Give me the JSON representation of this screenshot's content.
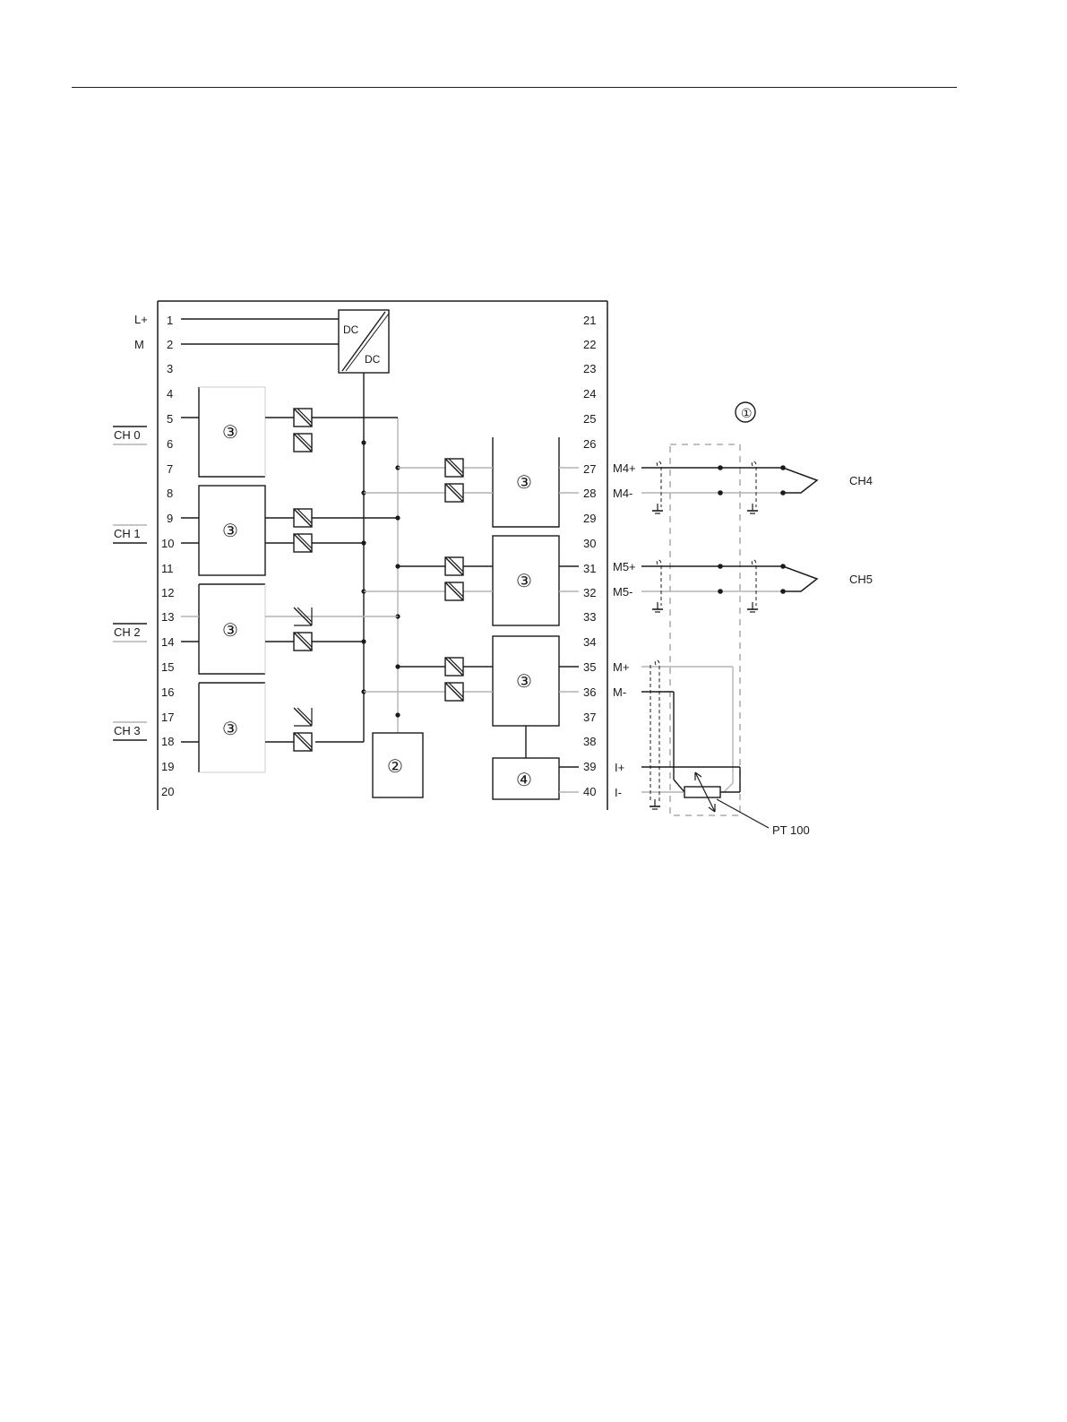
{
  "left_labels": {
    "l_plus": "L+",
    "m": "M"
  },
  "left_pins": [
    "1",
    "2",
    "3",
    "4",
    "5",
    "6",
    "7",
    "8",
    "9",
    "10",
    "11",
    "12",
    "13",
    "14",
    "15",
    "16",
    "17",
    "18",
    "19",
    "20"
  ],
  "right_pins": [
    "21",
    "22",
    "23",
    "24",
    "25",
    "26",
    "27",
    "28",
    "29",
    "30",
    "31",
    "32",
    "33",
    "34",
    "35",
    "36",
    "37",
    "38",
    "39",
    "40"
  ],
  "channels": [
    "CH 0",
    "CH 1",
    "CH 2",
    "CH 3"
  ],
  "dcdc": {
    "top": "DC",
    "bottom": "DC"
  },
  "markers": {
    "one": "①",
    "two": "②",
    "three": "③",
    "four": "④"
  },
  "signals": {
    "m4p": "M4+",
    "m4m": "M4-",
    "m5p": "M5+",
    "m5m": "M5-",
    "mp": "M+",
    "mm": "M-",
    "ip": "I+",
    "im": "I-"
  },
  "outputs": {
    "ch4": "CH4",
    "ch5": "CH5",
    "pt100": "PT 100"
  },
  "colors": {
    "line": "#1a1a1a",
    "light": "#b4b4b4",
    "dash": "#9a9a9a"
  }
}
